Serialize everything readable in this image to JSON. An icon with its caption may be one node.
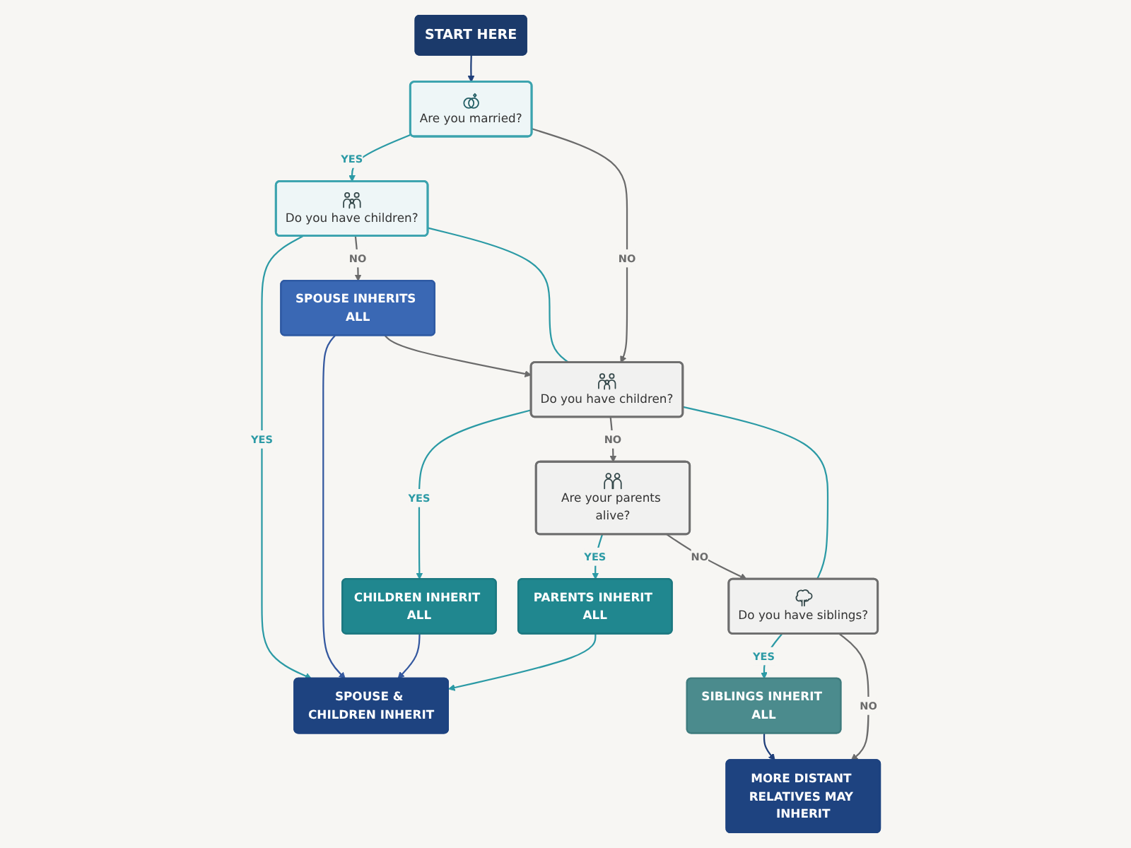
{
  "diagram": {
    "nodes": [
      {
        "text": [
          "START HERE"
        ]
      },
      {
        "text": [
          "Are you married?"
        ]
      },
      {
        "text": [
          "Do you have children?"
        ]
      },
      {
        "text": [
          "SPOUSE & CHILDREN INHERIT"
        ]
      },
      {
        "text": [
          "Do you have children?"
        ]
      },
      {
        "text": [
          "SPOUSE INHERITS ALL"
        ]
      },
      {
        "text": [
          "CHILDREN INHERIT ALL"
        ]
      },
      {
        "text": [
          "Are your parents alive?"
        ]
      },
      {
        "text": [
          "PARENTS INHERIT ALL"
        ]
      },
      {
        "text": [
          "Do you have siblings?"
        ]
      },
      {
        "text": [
          "SIBLINGS INHERIT ALL"
        ]
      },
      {
        "text": [
          "MORE DISTANT RELATIVES MAY INHERIT"
        ]
      }
    ],
    "edges": [
      {
        "from": 0,
        "to": 1,
        "arrow": "to",
        "color": "#1f3f7a"
      },
      {
        "from": 1,
        "to": 2,
        "arrow": "to",
        "label": "YES"
      },
      {
        "from": 2,
        "to": 3,
        "arrow": "to",
        "label": "YES"
      },
      {
        "from": 1,
        "to": 4,
        "arrow": "to",
        "label": "NO",
        "color": "#6b6b6b"
      },
      {
        "from": 2,
        "to": 5,
        "arrow": "to",
        "label": "NO",
        "color": "#6b6b6b"
      },
      {
        "from": 2,
        "to": 4,
        "arrow": "none"
      },
      {
        "from": 5,
        "to": 3,
        "arrow": "to",
        "color": "#34589f"
      },
      {
        "from": 5,
        "to": 4,
        "arrow": "to",
        "color": "#6b6b6b"
      },
      {
        "from": 4,
        "to": 6,
        "arrow": "to",
        "label": "YES"
      },
      {
        "from": 6,
        "to": 3,
        "arrow": "to",
        "color": "#34589f"
      },
      {
        "from": 4,
        "to": 7,
        "arrow": "to",
        "label": "NO",
        "color": "#6b6b6b"
      },
      {
        "from": 7,
        "to": 8,
        "arrow": "to",
        "label": "YES"
      },
      {
        "from": 8,
        "to": 3,
        "arrow": "to"
      },
      {
        "from": 4,
        "to": 9,
        "arrow": "none"
      },
      {
        "from": 7,
        "to": 9,
        "arrow": "to",
        "label": "NO",
        "color": "#6b6b6b"
      },
      {
        "from": 9,
        "to": 10,
        "arrow": "to",
        "label": "YES"
      },
      {
        "from": 10,
        "to": 11,
        "arrow": "to",
        "color": "#1f3f7a"
      },
      {
        "from": 9,
        "to": 11,
        "arrow": "to",
        "label": "NO",
        "color": "#6b6b6b"
      }
    ]
  }
}
